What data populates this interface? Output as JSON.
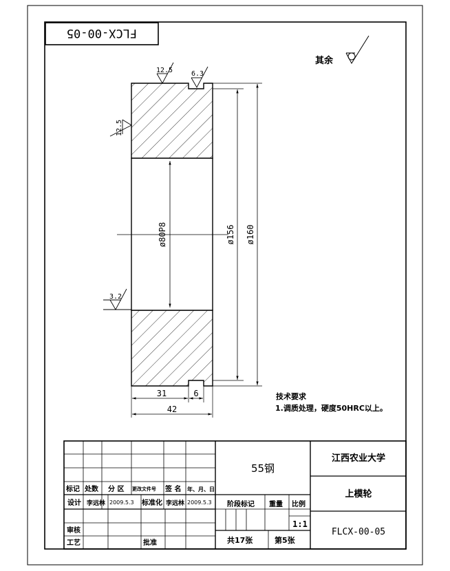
{
  "drawing": {
    "code_box": "FLCX-00-05",
    "roughness_other_label": "其余",
    "roughness_values": [
      "12.5",
      "6.3",
      "12.5",
      "3.2"
    ],
    "dimensions": {
      "bore": "ø80P8",
      "shoulder": "ø156",
      "outer": "ø160",
      "width_main": "31",
      "width_step": "6",
      "width_total": "42"
    },
    "tech_requirements": {
      "title": "技术要求",
      "item1": "1.调质处理，硬度50HRC以上。"
    }
  },
  "title_block": {
    "material": "55钢",
    "university": "江西农业大学",
    "part_name": "上模轮",
    "part_code": "FLCX-00-05",
    "headers": {
      "mark": "标记",
      "count": "处数",
      "zone": "分 区",
      "doc_no": "更改文件号",
      "signature": "签 名",
      "date": "年、月、日"
    },
    "design_label": "设计",
    "designer": "李远林",
    "design_date": "2009.5.3",
    "standard_label": "标准化",
    "standard_person": "李远林",
    "standard_date": "2009.5.3",
    "stage_mark": "阶段标记",
    "weight": "重量",
    "scale_label": "比例",
    "scale": "1:1",
    "review_label": "审核",
    "process_label": "工艺",
    "approve_label": "批准",
    "sheets_total": "共17张",
    "sheet_no": "第5张"
  }
}
